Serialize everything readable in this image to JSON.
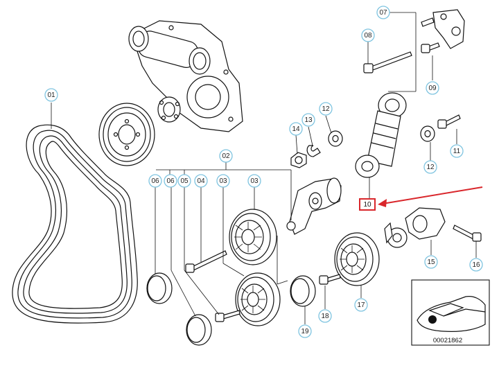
{
  "diagram": {
    "reference_number": "00021862",
    "highlight_color": "#d9262b",
    "callout_circle_color": "#7fc4e0",
    "callouts": [
      {
        "id": "c01",
        "label": "01"
      },
      {
        "id": "c02",
        "label": "02"
      },
      {
        "id": "c03a",
        "label": "03"
      },
      {
        "id": "c03b",
        "label": "03"
      },
      {
        "id": "c04",
        "label": "04"
      },
      {
        "id": "c05",
        "label": "05"
      },
      {
        "id": "c06a",
        "label": "06"
      },
      {
        "id": "c06b",
        "label": "06"
      },
      {
        "id": "c07",
        "label": "07"
      },
      {
        "id": "c08",
        "label": "08"
      },
      {
        "id": "c09",
        "label": "09"
      },
      {
        "id": "c11",
        "label": "11"
      },
      {
        "id": "c12a",
        "label": "12"
      },
      {
        "id": "c12b",
        "label": "12"
      },
      {
        "id": "c13",
        "label": "13"
      },
      {
        "id": "c14",
        "label": "14"
      },
      {
        "id": "c15",
        "label": "15"
      },
      {
        "id": "c16",
        "label": "16"
      },
      {
        "id": "c17",
        "label": "17"
      },
      {
        "id": "c18",
        "label": "18"
      },
      {
        "id": "c19",
        "label": "19"
      }
    ],
    "highlighted_callout": {
      "label": "10"
    }
  }
}
